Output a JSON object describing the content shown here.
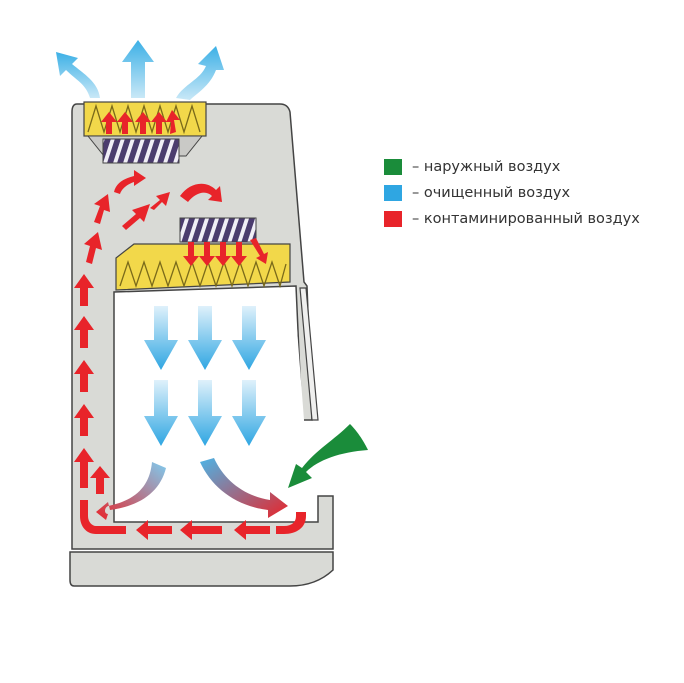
{
  "colors": {
    "cabinet": "#d9dad6",
    "cabinet_stroke": "#444444",
    "hepa_filter": "#f2d84a",
    "fan": "#4b3c6e",
    "work_area": "#ffffff",
    "outside_air": "#1a8c3a",
    "clean_air": "#2fa6e2",
    "contaminated_air": "#e8242a"
  },
  "icons": {
    "outside_air": "green-curved-arrow-icon",
    "clean_air": "blue-arrow-icon",
    "contaminated_air": "red-arrow-icon"
  },
  "legend": [
    {
      "key": "outside_air",
      "label": "– наружный воздух",
      "color": "#1a8c3a"
    },
    {
      "key": "clean_air",
      "label": "– очищенный воздух",
      "color": "#2fa6e2"
    },
    {
      "key": "contaminated_air",
      "label": "– контаминированный воздух",
      "color": "#e8242a"
    }
  ]
}
